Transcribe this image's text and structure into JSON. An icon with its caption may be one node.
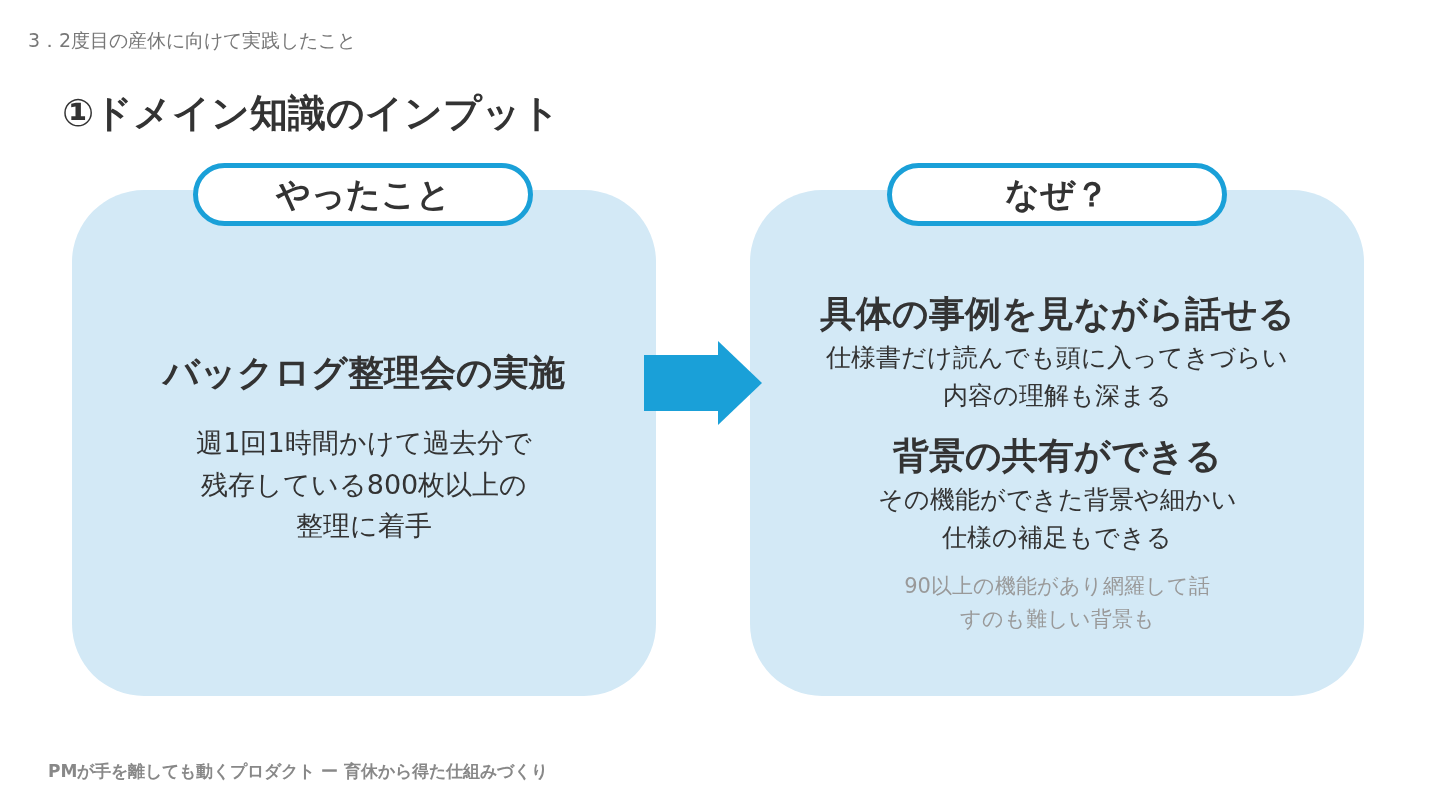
{
  "diagram": {
    "title": "①ドメイン知識のインプット",
    "nodes": [
      {
        "text": [
          "やったこと"
        ]
      },
      {
        "text": [
          "バックログ整理会の実施",
          "週1回1時間かけて過去分で残存している800枚以上の整理に着手"
        ]
      },
      {
        "text": [
          "なぜ？"
        ]
      },
      {
        "text": [
          "具体の事例を見ながら話せる",
          "仕様書だけ読んでも頭に入ってきづらい内容の理解も深まる",
          "背景の共有ができる",
          "その機能ができた背景や細かい仕様の補足もできる",
          "90以上の機能があり網羅して話すのも難しい背景も"
        ]
      }
    ],
    "edges": [
      {
        "from": 1,
        "to": 3,
        "arrow": "to"
      }
    ],
    "labels": [
      "3．2度目の産休に向けて実践したこと",
      "PMが手を離しても動くプロダクト ー 育休から得た仕組みづくり"
    ]
  }
}
